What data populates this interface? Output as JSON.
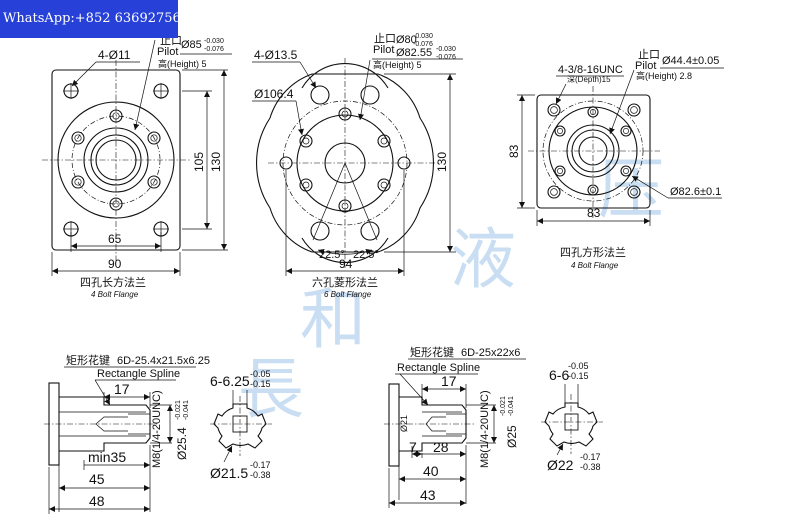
{
  "contact_banner": "WhatsApp:+852 63692756",
  "watermark": [
    "長",
    "和",
    "液",
    "压"
  ],
  "flange_4bolt_rect": {
    "holes": "4-Ø11",
    "pilot_label_cn": "止口",
    "pilot_label": "Pilot",
    "pilot_dia": "Ø85",
    "pilot_tol_upper": "-0.030",
    "pilot_tol_lower": "-0.076",
    "height": "高(Height) 5",
    "dim_105": "105",
    "dim_130": "130",
    "dim_65": "65",
    "dim_90": "90",
    "caption_cn": "四孔长方法兰",
    "caption_en": "4 Bolt Flange"
  },
  "flange_6bolt": {
    "holes": "4-Ø13.5",
    "pilot_label_cn": "止口",
    "pilot_label": "Pilot",
    "pilot_dia_1": "Ø80",
    "pilot_dia_1_tol_upper": "-0.030",
    "pilot_dia_1_tol_lower": "-0.076",
    "pilot_dia_2": "Ø82.55",
    "pilot_dia_2_tol_upper": "-0.030",
    "pilot_dia_2_tol_lower": "-0.076",
    "height": "高(Height) 5",
    "bolt_circle": "Ø106.4",
    "dim_130": "130",
    "angle_left": "22.5°",
    "angle_right": "22.5°",
    "dim_94": "94",
    "caption_cn": "六孔菱形法兰",
    "caption_en": "6 Bolt Flange"
  },
  "flange_4bolt_square": {
    "holes": "4-3/8-16UNC",
    "depth": "深(Depth)15",
    "pilot_label_cn": "止口",
    "pilot_label": "Pilot",
    "pilot_dia": "Ø44.4±0.05",
    "height": "高(Height) 2.8",
    "dim_83_v": "83",
    "dim_83_h": "83",
    "bolt_circle": "Ø82.6±0.1",
    "caption_cn": "四孔方形法兰",
    "caption_en": "4 Bolt Flange"
  },
  "shaft_left": {
    "spline_cn": "矩形花键",
    "spline_spec": "6D-25.4x21.5x6.25",
    "spline_en": "Rectangle Spline",
    "dim_17": "17",
    "thread": "M8(1/4-20UNC)",
    "dia_upper": "Ø25.4",
    "dia_upper_tol_a": "-0.021",
    "dia_upper_tol_b": "-0.041",
    "dim_min35": "min35",
    "dim_45": "45",
    "dim_48": "48",
    "key_width": "6-6.25",
    "key_width_tol_a": "-0.05",
    "key_width_tol_b": "-0.15",
    "minor_dia": "Ø21.5",
    "minor_dia_tol_a": "-0.17",
    "minor_dia_tol_b": "-0.38"
  },
  "shaft_right": {
    "spline_cn": "矩形花键",
    "spline_spec": "6D-25x22x6",
    "spline_en": "Rectangle Spline",
    "dim_17": "17",
    "thread": "M8(1/4-20UNC)",
    "dim_21": "Ø21",
    "dia_upper": "Ø25",
    "dia_upper_tol_a": "-0.021",
    "dia_upper_tol_b": "-0.041",
    "dim_7": "7",
    "dim_28": "28",
    "dim_40": "40",
    "dim_43": "43",
    "key_width": "6-6",
    "key_width_tol_a": "-0.05",
    "key_width_tol_b": "-0.15",
    "minor_dia": "Ø22",
    "minor_dia_tol_a": "-0.17",
    "minor_dia_tol_b": "-0.38"
  }
}
